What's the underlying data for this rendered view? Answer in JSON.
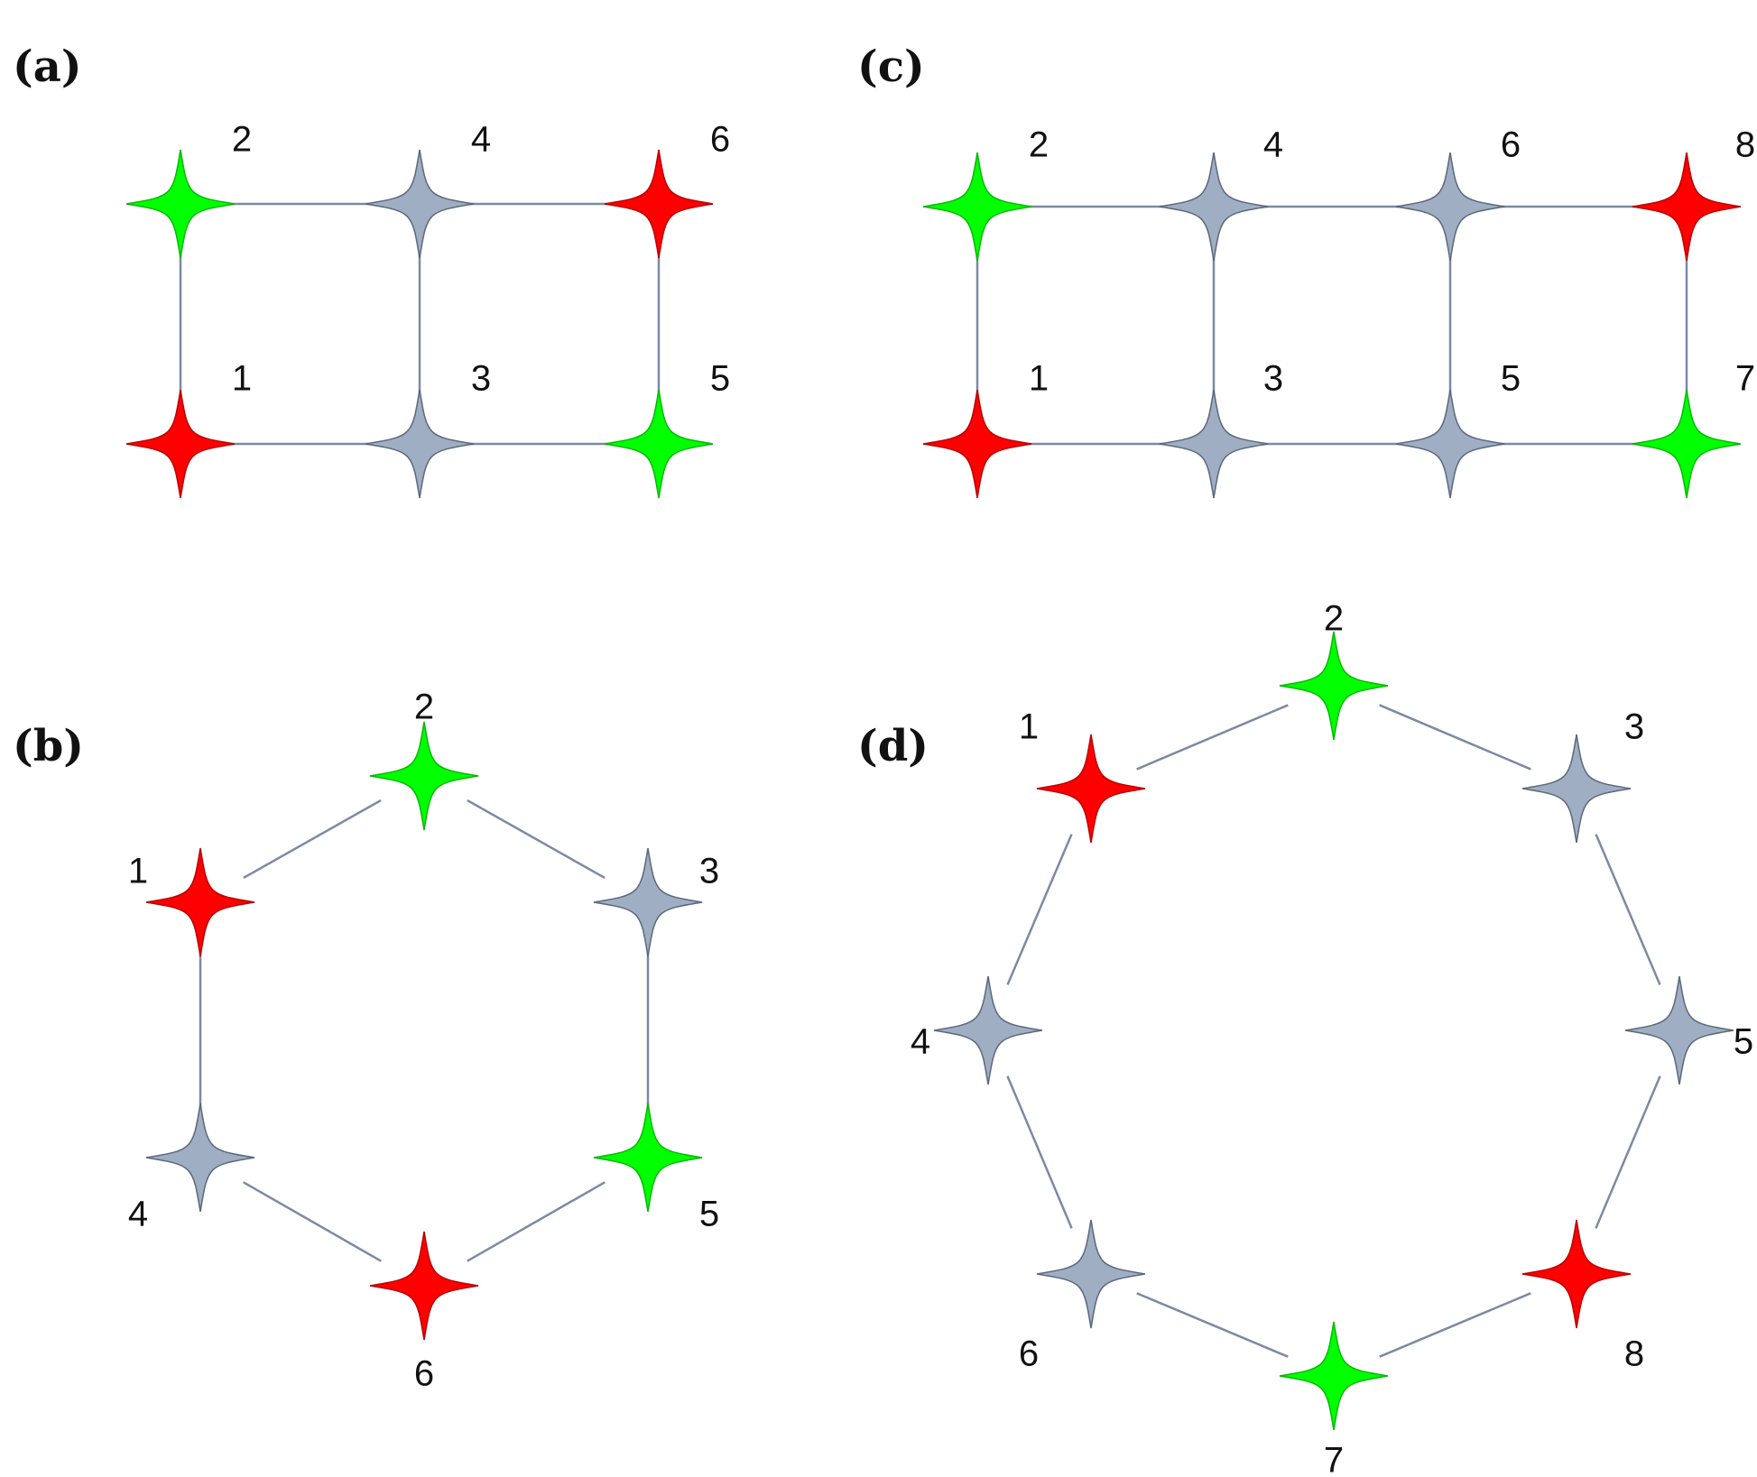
{
  "colors": {
    "red": "#ff0000",
    "green": "#00ff00",
    "gray": "#a0aec3",
    "edge": "#7b8aa4"
  },
  "panels": [
    {
      "id": "a",
      "label": "(a)",
      "nodes": [
        {
          "id": "1",
          "label": "1",
          "color": "red"
        },
        {
          "id": "2",
          "label": "2",
          "color": "green"
        },
        {
          "id": "3",
          "label": "3",
          "color": "gray"
        },
        {
          "id": "4",
          "label": "4",
          "color": "gray"
        },
        {
          "id": "5",
          "label": "5",
          "color": "green"
        },
        {
          "id": "6",
          "label": "6",
          "color": "red"
        }
      ],
      "edges": [
        [
          "1",
          "2"
        ],
        [
          "1",
          "3"
        ],
        [
          "2",
          "4"
        ],
        [
          "3",
          "4"
        ],
        [
          "3",
          "5"
        ],
        [
          "4",
          "6"
        ],
        [
          "5",
          "6"
        ]
      ]
    },
    {
      "id": "b",
      "label": "(b)",
      "nodes": [
        {
          "id": "1",
          "label": "1",
          "color": "red"
        },
        {
          "id": "2",
          "label": "2",
          "color": "green"
        },
        {
          "id": "3",
          "label": "3",
          "color": "gray"
        },
        {
          "id": "4",
          "label": "4",
          "color": "gray"
        },
        {
          "id": "5",
          "label": "5",
          "color": "green"
        },
        {
          "id": "6",
          "label": "6",
          "color": "red"
        }
      ],
      "edges": [
        [
          "1",
          "2"
        ],
        [
          "2",
          "3"
        ],
        [
          "3",
          "5"
        ],
        [
          "5",
          "6"
        ],
        [
          "6",
          "4"
        ],
        [
          "4",
          "1"
        ]
      ]
    },
    {
      "id": "c",
      "label": "(c)",
      "nodes": [
        {
          "id": "1",
          "label": "1",
          "color": "red"
        },
        {
          "id": "2",
          "label": "2",
          "color": "green"
        },
        {
          "id": "3",
          "label": "3",
          "color": "gray"
        },
        {
          "id": "4",
          "label": "4",
          "color": "gray"
        },
        {
          "id": "5",
          "label": "5",
          "color": "gray"
        },
        {
          "id": "6",
          "label": "6",
          "color": "gray"
        },
        {
          "id": "7",
          "label": "7",
          "color": "green"
        },
        {
          "id": "8",
          "label": "8",
          "color": "red"
        }
      ],
      "edges": [
        [
          "1",
          "2"
        ],
        [
          "1",
          "3"
        ],
        [
          "2",
          "4"
        ],
        [
          "3",
          "4"
        ],
        [
          "3",
          "5"
        ],
        [
          "4",
          "6"
        ],
        [
          "5",
          "6"
        ],
        [
          "5",
          "7"
        ],
        [
          "6",
          "8"
        ],
        [
          "7",
          "8"
        ]
      ]
    },
    {
      "id": "d",
      "label": "(d)",
      "nodes": [
        {
          "id": "1",
          "label": "1",
          "color": "red"
        },
        {
          "id": "2",
          "label": "2",
          "color": "green"
        },
        {
          "id": "3",
          "label": "3",
          "color": "gray"
        },
        {
          "id": "4",
          "label": "4",
          "color": "gray"
        },
        {
          "id": "5",
          "label": "5",
          "color": "gray"
        },
        {
          "id": "6",
          "label": "6",
          "color": "gray"
        },
        {
          "id": "7",
          "label": "7",
          "color": "green"
        },
        {
          "id": "8",
          "label": "8",
          "color": "red"
        }
      ],
      "edges": [
        [
          "1",
          "2"
        ],
        [
          "2",
          "3"
        ],
        [
          "3",
          "5"
        ],
        [
          "5",
          "8"
        ],
        [
          "8",
          "7"
        ],
        [
          "7",
          "6"
        ],
        [
          "6",
          "4"
        ],
        [
          "4",
          "1"
        ]
      ]
    }
  ]
}
